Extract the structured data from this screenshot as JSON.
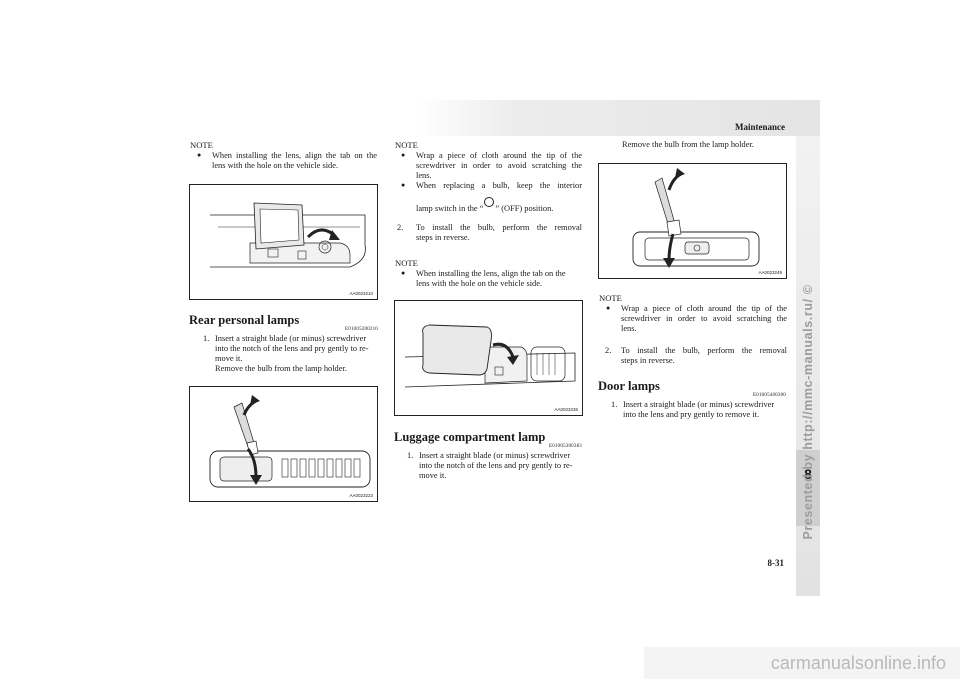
{
  "header": {
    "section_title": "Maintenance"
  },
  "watermark": "Presented by http://mmc-manuals.ru/ ©",
  "chapter_tab": "8",
  "page_number": "8-31",
  "footer_logo": "carmanualsonline.info",
  "col1": {
    "note_label": "NOTE",
    "note_bullet": "When installing the lens, align the tab on the lens with the hole on the vehicle side.",
    "fig1_code": "AA0023210",
    "rear_heading": "Rear personal lamps",
    "rear_code": "E01005200210",
    "step1_num": "1.",
    "step1_line1": "Insert a straight blade (or minus) screwdriver",
    "step1_line2": "into the notch of the lens and pry gently to re-",
    "step1_line3": "move it.",
    "step1_line4": "Remove the bulb from the lamp holder.",
    "fig2_code": "AA0023223"
  },
  "col2": {
    "note1_label": "NOTE",
    "note1_bullet1_l1": "Wrap a piece of cloth around the tip of the",
    "note1_bullet1_l2": "screwdriver in order to avoid scratching the",
    "note1_bullet1_l3": "lens.",
    "note1_bullet2_l1": "When replacing a bulb, keep the interior",
    "note1_bullet2_pre": "lamp switch in the “",
    "note1_bullet2_post": "” (OFF) position.",
    "step2_num": "2.",
    "step2_l1": "To install the bulb, perform the removal",
    "step2_l2": "steps in reverse.",
    "note2_label": "NOTE",
    "note2_bullet_l1": "When installing the lens, align the tab on the",
    "note2_bullet_l2": "lens with the hole on the vehicle side.",
    "fig3_code": "AA0023236",
    "luggage_heading": "Luggage compartment lamp",
    "luggage_code": "E01005300383",
    "step1_num": "1.",
    "step1_l1": "Insert a straight blade (or minus) screwdriver",
    "step1_l2": "into the notch of the lens and pry gently to re-",
    "step1_l3": "move it."
  },
  "col3": {
    "intro": "Remove the bulb from the lamp holder.",
    "fig4_code": "AA0023249",
    "note_label": "NOTE",
    "note_bullet_l1": "Wrap a piece of cloth around the tip of the",
    "note_bullet_l2": "screwdriver in order to avoid scratching the",
    "note_bullet_l3": "lens.",
    "step2_num": "2.",
    "step2_l1": "To install the bulb, perform the removal",
    "step2_l2": "steps in reverse.",
    "door_heading": "Door lamps",
    "door_code": "E01005400300",
    "step1_num": "1.",
    "step1_l1": "Insert a straight blade (or minus) screwdriver",
    "step1_l2": "into the lens and pry gently to remove it."
  }
}
